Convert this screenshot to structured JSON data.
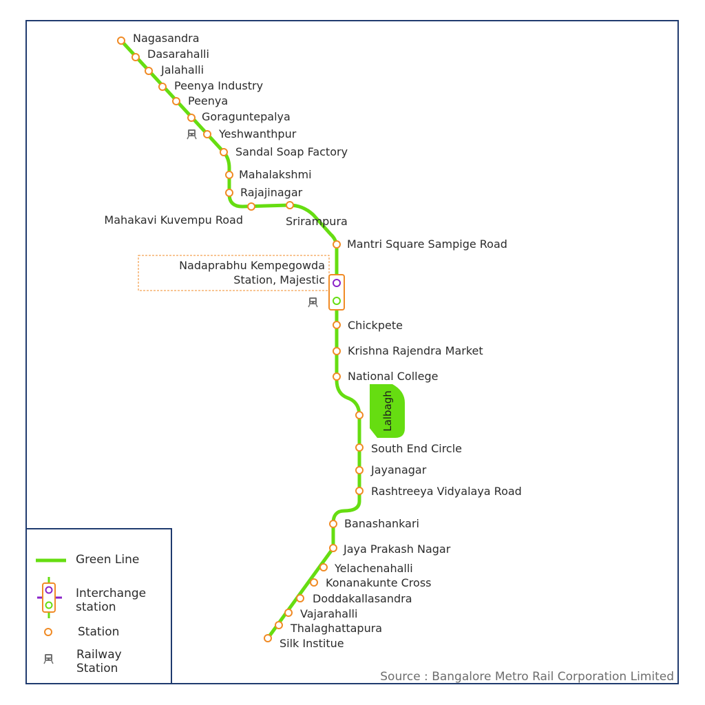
{
  "line": {
    "name": "Green Line",
    "color": "#66dd11"
  },
  "colors": {
    "station_ring": "#f08a24",
    "frame": "#1f3a6e",
    "interchange_purple": "#8a22c8",
    "interchange_green": "#66dd11",
    "label": "#2b2b2b",
    "source": "#6d6d6d",
    "park_fill": "#66dd11"
  },
  "stations": [
    {
      "id": "nagasandra",
      "name": "Nagasandra"
    },
    {
      "id": "dasarahalli",
      "name": "Dasarahalli"
    },
    {
      "id": "jalahalli",
      "name": "Jalahalli"
    },
    {
      "id": "peenya-industry",
      "name": "Peenya Industry"
    },
    {
      "id": "peenya",
      "name": "Peenya"
    },
    {
      "id": "goraguntepalya",
      "name": "Goraguntepalya"
    },
    {
      "id": "yeshwanthpur",
      "name": "Yeshwanthpur",
      "railway": true
    },
    {
      "id": "sandal-soap-factory",
      "name": "Sandal Soap Factory"
    },
    {
      "id": "mahalakshmi",
      "name": "Mahalakshmi"
    },
    {
      "id": "rajajinagar",
      "name": "Rajajinagar"
    },
    {
      "id": "mahakavi-kuvempu-road",
      "name": "Mahakavi Kuvempu Road"
    },
    {
      "id": "srirampura",
      "name": "Srirampura"
    },
    {
      "id": "mantri-square",
      "name": "Mantri Square Sampige Road"
    },
    {
      "id": "majestic",
      "name_line1": "Nadaprabhu Kempegowda",
      "name_line2": "Station, Majestic",
      "interchange": true,
      "railway": true
    },
    {
      "id": "chickpete",
      "name": "Chickpete"
    },
    {
      "id": "kr-market",
      "name": "Krishna Rajendra Market"
    },
    {
      "id": "national-college",
      "name": "National College"
    },
    {
      "id": "lalbagh",
      "name": "Lalbagh"
    },
    {
      "id": "south-end-circle",
      "name": "South End Circle"
    },
    {
      "id": "jayanagar",
      "name": "Jayanagar"
    },
    {
      "id": "rv-road",
      "name": "Rashtreeya Vidyalaya Road"
    },
    {
      "id": "banashankari",
      "name": "Banashankari"
    },
    {
      "id": "jp-nagar",
      "name": "Jaya Prakash Nagar"
    },
    {
      "id": "yelachenahalli",
      "name": "Yelachenahalli"
    },
    {
      "id": "konanakunte-cross",
      "name": "Konanakunte Cross"
    },
    {
      "id": "doddakallasandra",
      "name": "Doddakallasandra"
    },
    {
      "id": "vajarahalli",
      "name": "Vajarahalli"
    },
    {
      "id": "thalaghattapura",
      "name": "Thalaghattapura"
    },
    {
      "id": "silk-institue",
      "name": "Silk Institue"
    }
  ],
  "legend": {
    "green_line": "Green Line",
    "interchange_line1": "Interchange",
    "interchange_line2": "station",
    "station": "Station",
    "railway_line1": "Railway",
    "railway_line2": "Station"
  },
  "source": "Source : Bangalore Metro Rail Corporation Limited"
}
